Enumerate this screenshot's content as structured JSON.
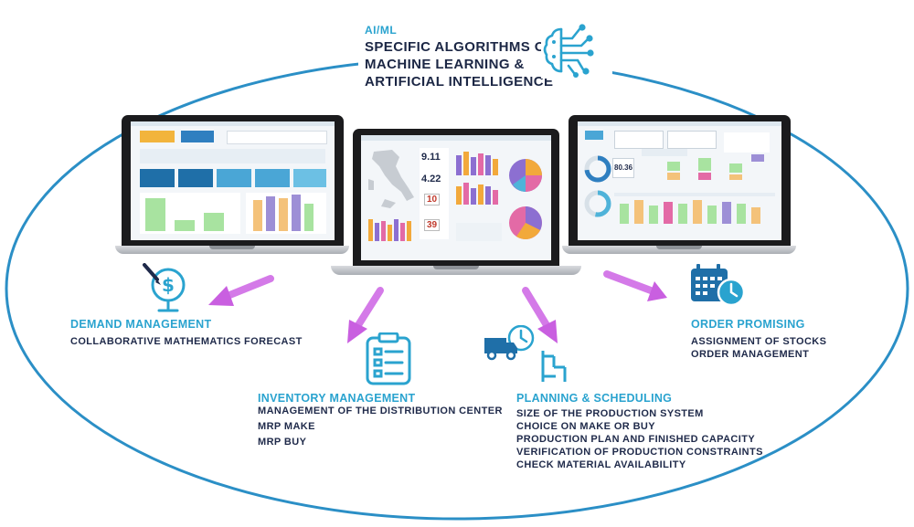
{
  "ai": {
    "tag": "AI/ML",
    "lines": [
      "SPECIFIC ALGORITHMS OF",
      "MACHINE LEARNING &",
      "ARTIFICIAL INTELLIGENCE"
    ]
  },
  "sections": {
    "demand": {
      "title": "DEMAND MANAGEMENT",
      "lines": [
        "COLLABORATIVE MATHEMATICS FORECAST"
      ]
    },
    "inventory": {
      "title": "INVENTORY MANAGEMENT",
      "lines": [
        "MANAGEMENT OF THE DISTRIBUTION CENTER",
        "MRP MAKE",
        "MRP BUY"
      ]
    },
    "planning": {
      "title": "PLANNING & SCHEDULING",
      "lines": [
        "SIZE OF THE PRODUCTION SYSTEM",
        "CHOICE ON MAKE OR BUY",
        "PRODUCTION PLAN AND FINISHED CAPACITY",
        "VERIFICATION OF PRODUCTION CONSTRAINTS",
        "CHECK MATERIAL AVAILABILITY"
      ]
    },
    "order": {
      "title": "ORDER PROMISING",
      "lines": [
        "ASSIGNMENT OF STOCKS",
        "ORDER MANAGEMENT"
      ]
    }
  },
  "screens": {
    "center": {
      "kpis": [
        "9.11",
        "4.22",
        "10",
        "39"
      ]
    },
    "right": {
      "kpi": "80.36"
    }
  },
  "colors": {
    "accent": "#2aa3cf",
    "ellipse": "#2b8fc6",
    "arrow": "#c95fe0",
    "text": "#1f2a4a"
  },
  "icons": [
    "brain-network-icon",
    "dollar-pen-icon",
    "checklist-icon",
    "truck-clock-icon",
    "gantt-icon",
    "calendar-clock-icon"
  ]
}
